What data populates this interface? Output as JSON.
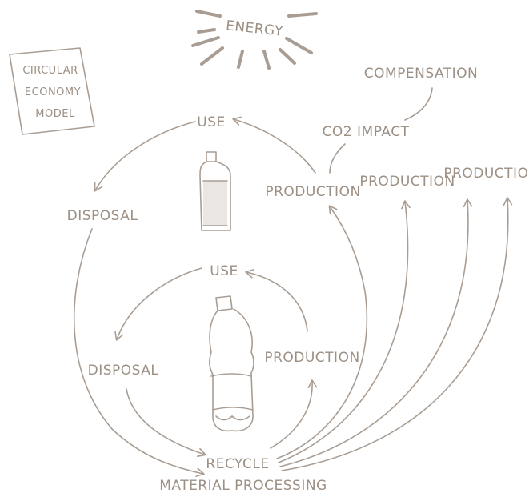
{
  "title_box": {
    "line1": "CIRCULAR",
    "line2": "ECONOMY",
    "line3": "MODEL"
  },
  "energy": "ENERGY",
  "compensation": "COMPENSATION",
  "co2_impact": "CO2 IMPACT",
  "outer_loop": {
    "use": "USE",
    "disposal": "DISPOSAL",
    "production": "PRODUCTION"
  },
  "inner_loop": {
    "use": "USE",
    "disposal": "DISPOSAL",
    "production": "PRODUCTION"
  },
  "extra_production": [
    "PRODUCTION",
    "PRODUCTION"
  ],
  "recycle": "RECYCLE",
  "material_processing": "MATERIAL PROCESSING"
}
